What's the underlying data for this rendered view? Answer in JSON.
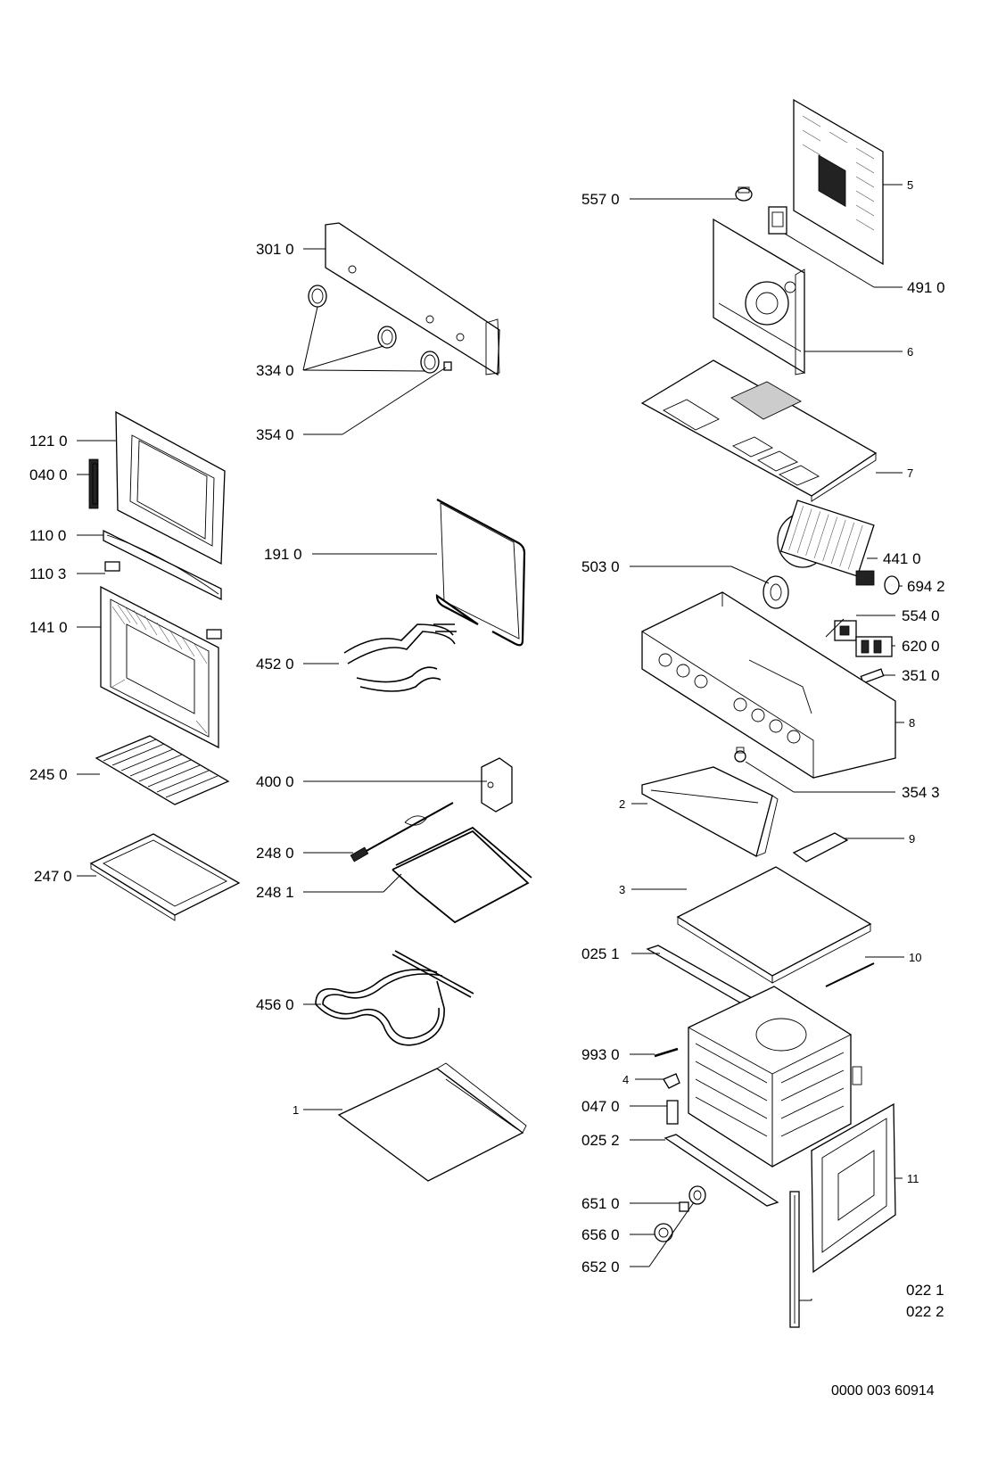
{
  "document_id": "0000 003 60914",
  "labels": {
    "l3010": "301 0",
    "l3340": "334 0",
    "l3540": "354 0",
    "l1210": "121 0",
    "l0400": "040 0",
    "l1100": "110 0",
    "l1103": "110 3",
    "l1410": "141 0",
    "l1910": "191 0",
    "l4520": "452 0",
    "l2450": "245 0",
    "l4000": "400 0",
    "l2480": "248 0",
    "l2470": "247 0",
    "l2481": "248 1",
    "l4560": "456 0",
    "l1": "1",
    "l5570": "557 0",
    "l5": "5",
    "l4910": "491 0",
    "l6": "6",
    "l7": "7",
    "l4410": "441 0",
    "l5030": "503 0",
    "l6942": "694 2",
    "l5540": "554 0",
    "l6200": "620 0",
    "l3510": "351 0",
    "l8": "8",
    "l3543": "354 3",
    "l2": "2",
    "l9": "9",
    "l3": "3",
    "l0251": "025 1",
    "l10": "10",
    "l9930": "993 0",
    "l4": "4",
    "l0470": "047 0",
    "l0252": "025 2",
    "l6510": "651 0",
    "l11": "11",
    "l6560": "656 0",
    "l6520": "652 0",
    "l0221": "022 1",
    "l0222": "022 2"
  }
}
